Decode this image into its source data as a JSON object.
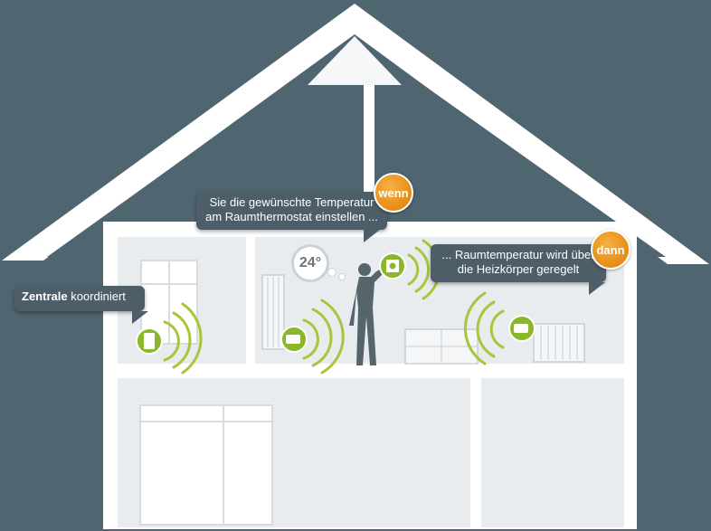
{
  "callouts": {
    "wenn_text_line1": "Sie die gewünschte Temperatur",
    "wenn_text_line2": "am Raumthermostat einstellen ...",
    "wenn_badge": "wenn",
    "dann_text_line1": "... Raumtemperatur wird über",
    "dann_text_line2": "die Heizkörper geregelt",
    "dann_badge": "dann",
    "zentrale_bold": "Zentrale",
    "zentrale_rest": " koordiniert"
  },
  "thermostat": {
    "temperature": "24°"
  },
  "colors": {
    "background": "#4f6570",
    "house_wall": "#ffffff",
    "room_fill": "#e8ecef",
    "signal_green": "#a8c63a",
    "device_green": "#8bb82b",
    "badge_orange": "#e58c12",
    "bubble_dark": "#4d5e68"
  },
  "icons": {
    "central_unit": "central-unit-icon",
    "radiator_valve": "radiator-valve-icon",
    "room_thermostat": "room-thermostat-icon",
    "signal_waves": "signal-waves-icon"
  }
}
